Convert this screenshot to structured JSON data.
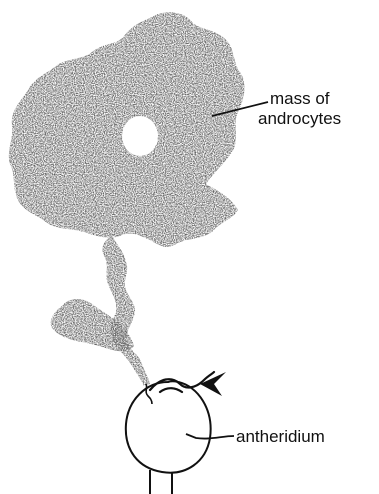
{
  "labels": {
    "mass_line1": "mass of",
    "mass_line2": "androcytes",
    "antheridium": "antheridium"
  },
  "colors": {
    "ink": "#111111",
    "stipple": "#2a2a2a",
    "background": "#ffffff"
  }
}
